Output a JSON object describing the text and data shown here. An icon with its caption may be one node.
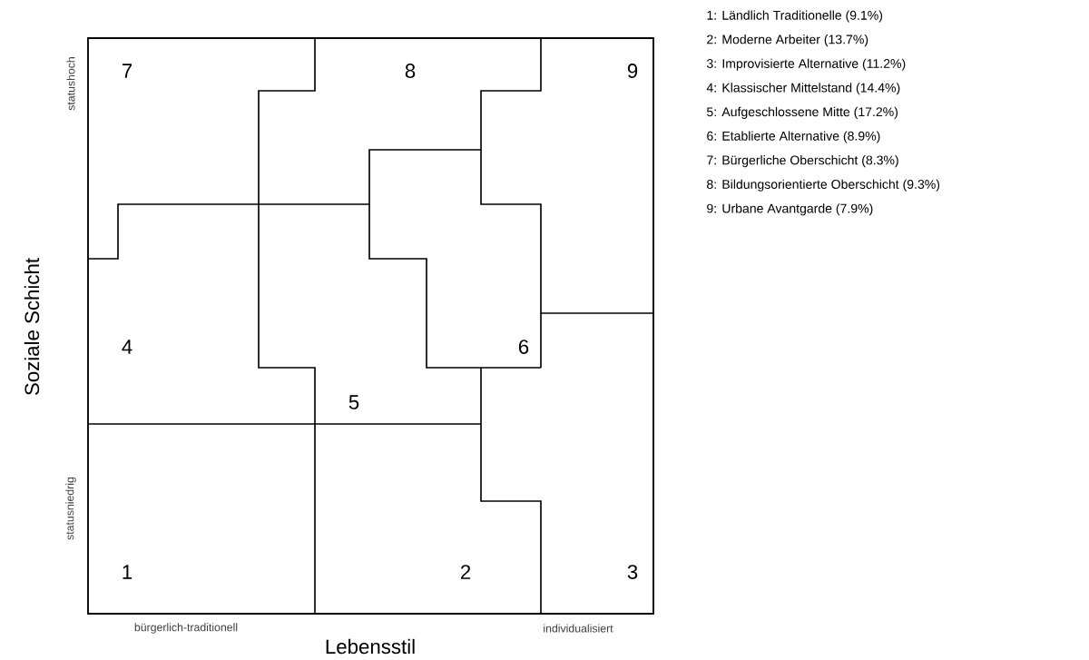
{
  "diagram": {
    "labels": [
      "7",
      "8",
      "9",
      "1: Ländlich Traditionelle (9.1%)",
      "2: Moderne Arbeiter (13.7%)",
      "3: Improvisierte Alternative (11.2%)",
      "4: Klassischer Mittelstand (14.4%)",
      "5: Aufgeschlossene Mitte (17.2%)",
      "6: Etablierte Alternative (8.9%)",
      "7: Bürgerliche Oberschicht (8.3%)",
      "8: Bildungsorientierte Oberschicht (9.3%)",
      "9: Urbane Avantgarde (7.9%)",
      "statushoch",
      "Soziale Schicht",
      "4",
      "6",
      "5",
      "statusniedrig",
      "1",
      "2",
      "3",
      "bürgerlich-traditionell",
      "individualisiert",
      "Lebensstil"
    ]
  }
}
